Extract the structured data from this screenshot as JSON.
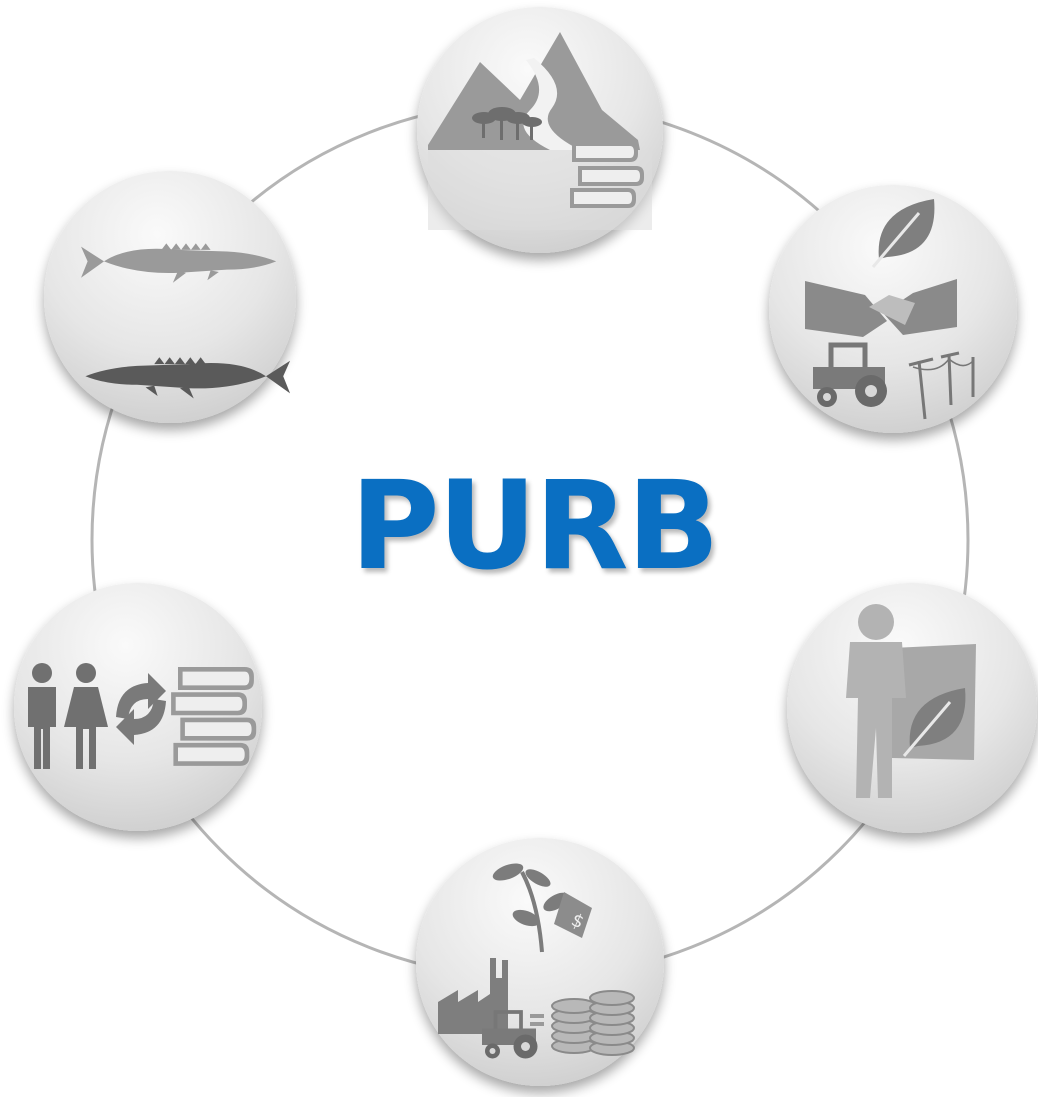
{
  "title": "PURB",
  "colors": {
    "title": "#0a6fc2",
    "ring": "#b8b8b8",
    "node_light": "#f7f7f7",
    "node_dark": "#cfcfcf",
    "icon_mid": "#8f8f8f",
    "icon_dark": "#555555"
  },
  "nodes": [
    {
      "id": "landscape",
      "icons": [
        "mountain-icon",
        "river-icon",
        "forest-icon",
        "books-icon"
      ]
    },
    {
      "id": "partnership",
      "icons": [
        "leaf-icon",
        "handshake-icon",
        "tractor-icon",
        "power-line-icon"
      ]
    },
    {
      "id": "land-management",
      "icons": [
        "person-icon",
        "sign-icon",
        "leaf-icon"
      ]
    },
    {
      "id": "ecosystem-value",
      "icons": [
        "plant-icon",
        "price-tag-icon",
        "factory-icon",
        "tractor-icon",
        "equals-icon",
        "coins-icon"
      ]
    },
    {
      "id": "education",
      "icons": [
        "man-icon",
        "woman-icon",
        "recycle-arrows-icon",
        "books-icon"
      ]
    },
    {
      "id": "fish",
      "icons": [
        "sturgeon-icon",
        "sturgeon-icon"
      ]
    }
  ]
}
